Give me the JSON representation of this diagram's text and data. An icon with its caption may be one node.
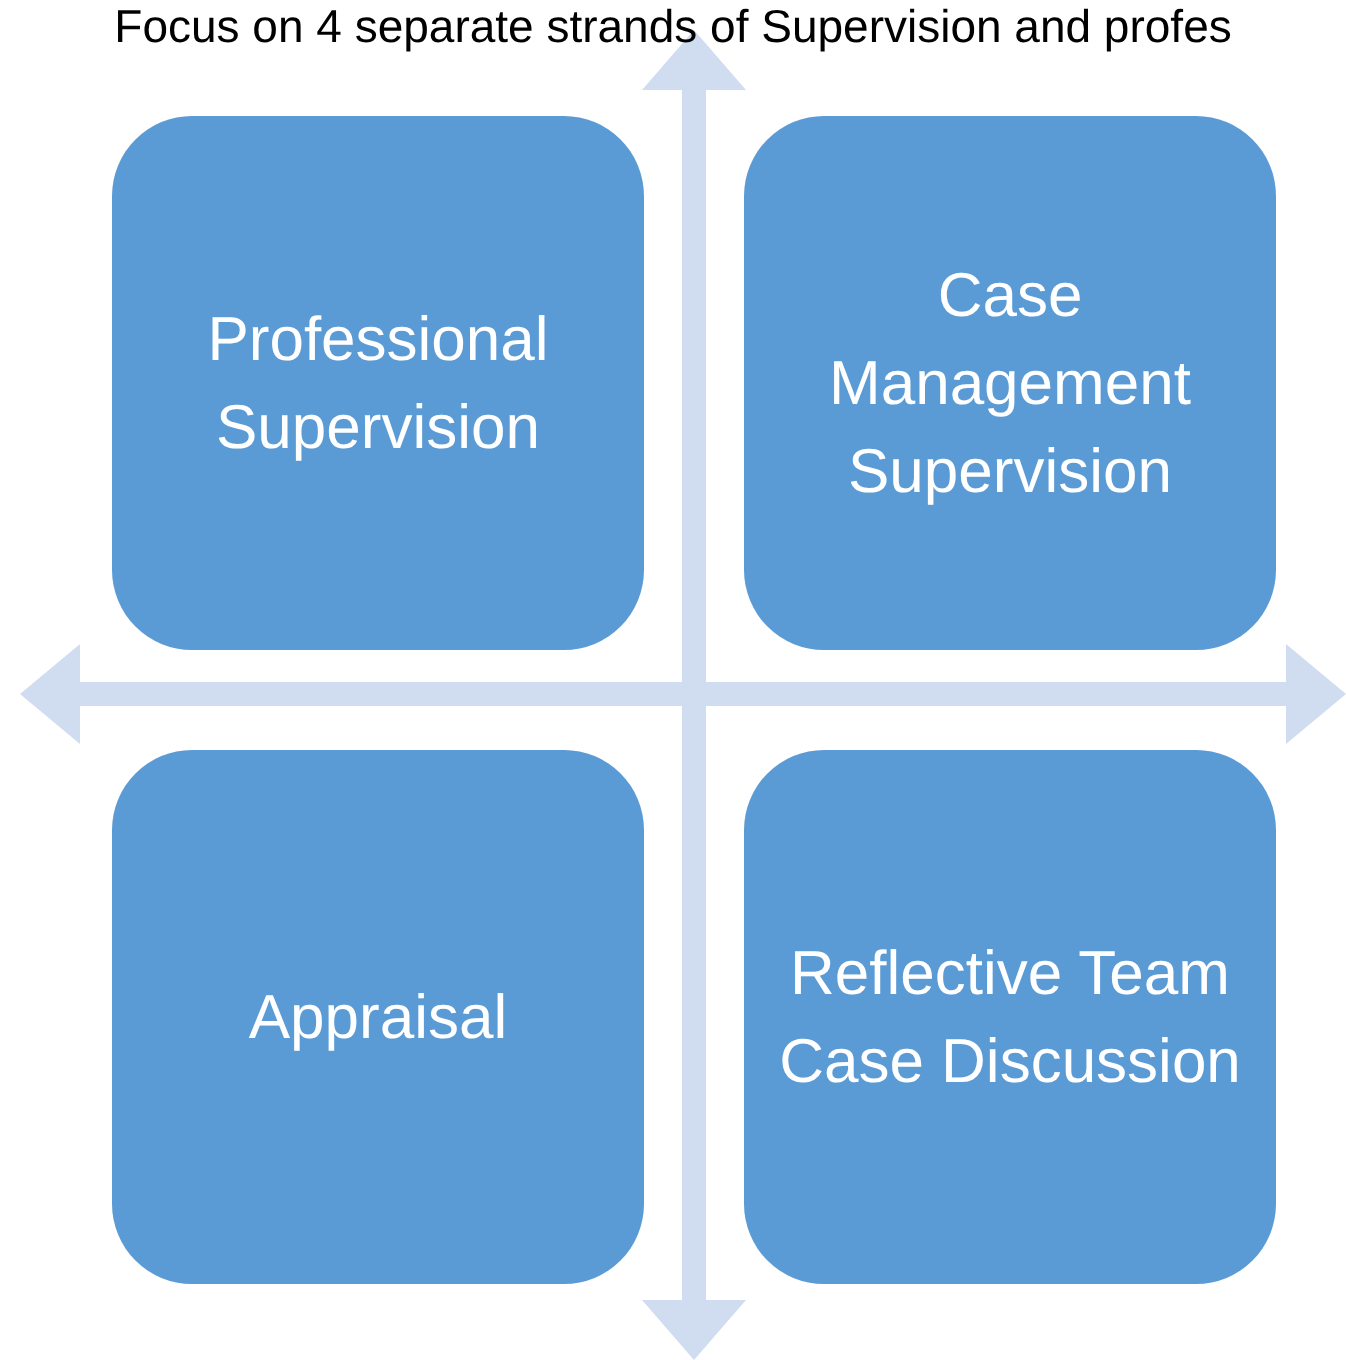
{
  "diagram": {
    "title": "Focus on 4 separate strands of Supervision and profes",
    "nodes": [
      {
        "text": [
          "Professional Supervision"
        ]
      },
      {
        "text": [
          "Case Management Supervision"
        ]
      },
      {
        "text": [
          "Appraisal"
        ]
      },
      {
        "text": [
          "Reflective Team Case Discussion"
        ]
      }
    ]
  }
}
